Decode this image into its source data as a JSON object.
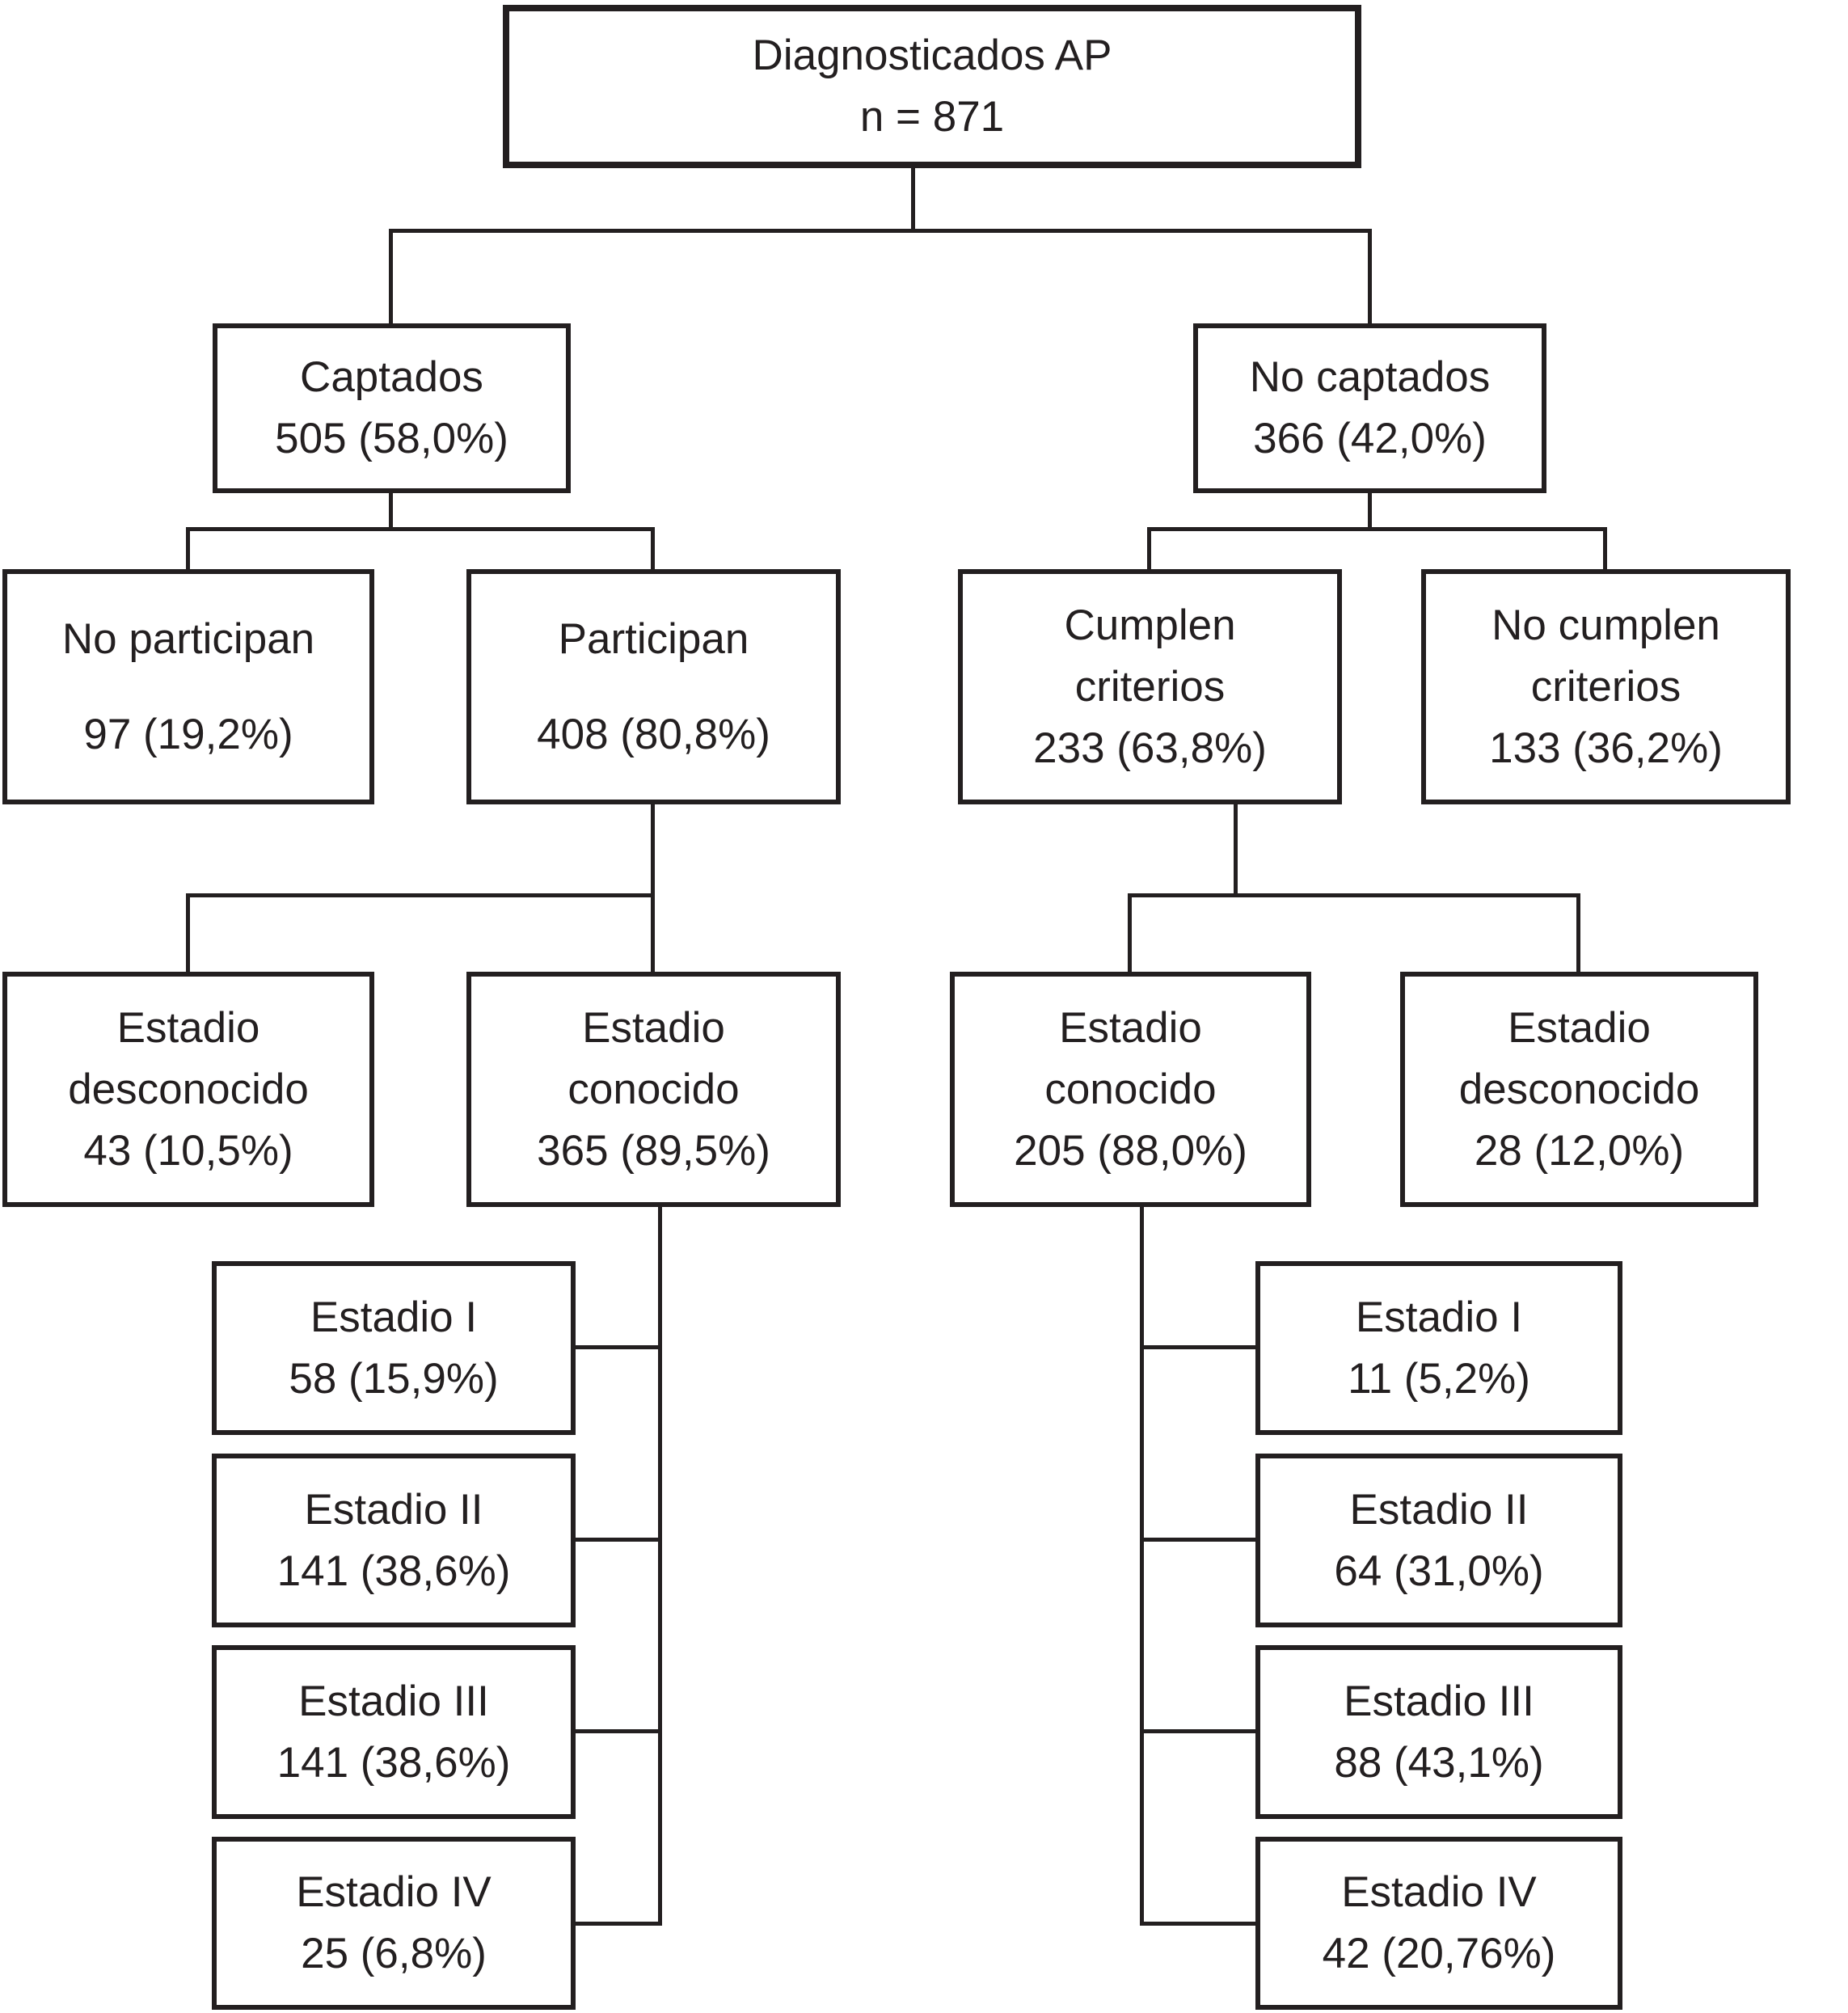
{
  "figure": {
    "type": "flowchart",
    "language": "es",
    "colors": {
      "line": "#231f20",
      "text": "#231f20",
      "background": "#ffffff"
    },
    "nodes": {
      "diagnosticados": {
        "lines": [
          "Diagnosticados AP",
          "n = 871"
        ]
      },
      "captados": {
        "lines": [
          "Captados",
          "505 (58,0%)"
        ]
      },
      "no_captados": {
        "lines": [
          "No captados",
          "366 (42,0%)"
        ]
      },
      "no_participan": {
        "lines": [
          "No participan",
          "97 (19,2%)"
        ]
      },
      "participan": {
        "lines": [
          "Participan",
          "408 (80,8%)"
        ]
      },
      "cumplen_criterios": {
        "lines": [
          "Cumplen",
          "criterios",
          "233 (63,8%)"
        ]
      },
      "no_cumplen_criterios": {
        "lines": [
          "No cumplen",
          "criterios",
          "133 (36,2%)"
        ]
      },
      "estadio_desconocido_izq": {
        "lines": [
          "Estadio",
          "desconocido",
          "43 (10,5%)"
        ]
      },
      "estadio_conocido_izq": {
        "lines": [
          "Estadio",
          "conocido",
          "365 (89,5%)"
        ]
      },
      "estadio_conocido_der": {
        "lines": [
          "Estadio",
          "conocido",
          "205 (88,0%)"
        ]
      },
      "estadio_desconocido_der": {
        "lines": [
          "Estadio",
          "desconocido",
          "28 (12,0%)"
        ]
      },
      "stages_izq": [
        {
          "lines": [
            "Estadio I",
            "58 (15,9%)"
          ]
        },
        {
          "lines": [
            "Estadio II",
            "141 (38,6%)"
          ]
        },
        {
          "lines": [
            "Estadio III",
            "141 (38,6%)"
          ]
        },
        {
          "lines": [
            "Estadio IV",
            "25 (6,8%)"
          ]
        }
      ],
      "stages_der": [
        {
          "lines": [
            "Estadio I",
            "11 (5,2%)"
          ]
        },
        {
          "lines": [
            "Estadio II",
            "64 (31,0%)"
          ]
        },
        {
          "lines": [
            "Estadio III",
            "88 (43,1%)"
          ]
        },
        {
          "lines": [
            "Estadio IV",
            "42 (20,76%)"
          ]
        }
      ]
    }
  }
}
